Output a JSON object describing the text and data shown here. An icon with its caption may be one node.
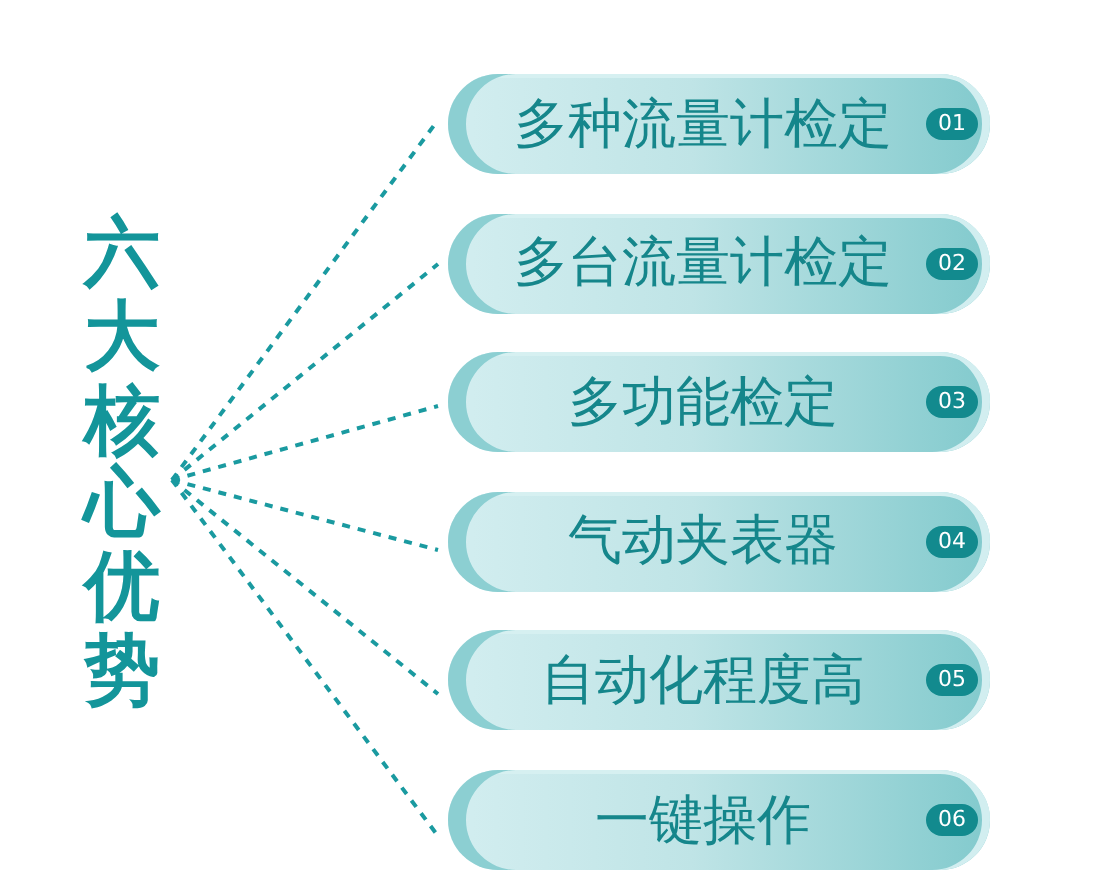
{
  "diagram": {
    "nodes": [
      {
        "text": [
          "六大核心优势"
        ]
      },
      {
        "text": [
          "多种流量计检定",
          "01"
        ]
      },
      {
        "text": [
          "多台流量计检定",
          "02"
        ]
      },
      {
        "text": [
          "多功能检定",
          "03"
        ]
      },
      {
        "text": [
          "气动夹表器",
          "04"
        ]
      },
      {
        "text": [
          "自动化程度高",
          "05"
        ]
      },
      {
        "text": [
          "一键操作",
          "06"
        ]
      }
    ],
    "edges": [
      {
        "from": 0,
        "to": 1,
        "arrow": "none",
        "style": "dashed"
      },
      {
        "from": 0,
        "to": 2,
        "arrow": "none",
        "style": "dashed"
      },
      {
        "from": 0,
        "to": 3,
        "arrow": "none",
        "style": "dashed"
      },
      {
        "from": 0,
        "to": 4,
        "arrow": "none",
        "style": "dashed"
      },
      {
        "from": 0,
        "to": 5,
        "arrow": "none",
        "style": "dashed"
      },
      {
        "from": 0,
        "to": 6,
        "arrow": "none",
        "style": "dashed"
      }
    ]
  }
}
